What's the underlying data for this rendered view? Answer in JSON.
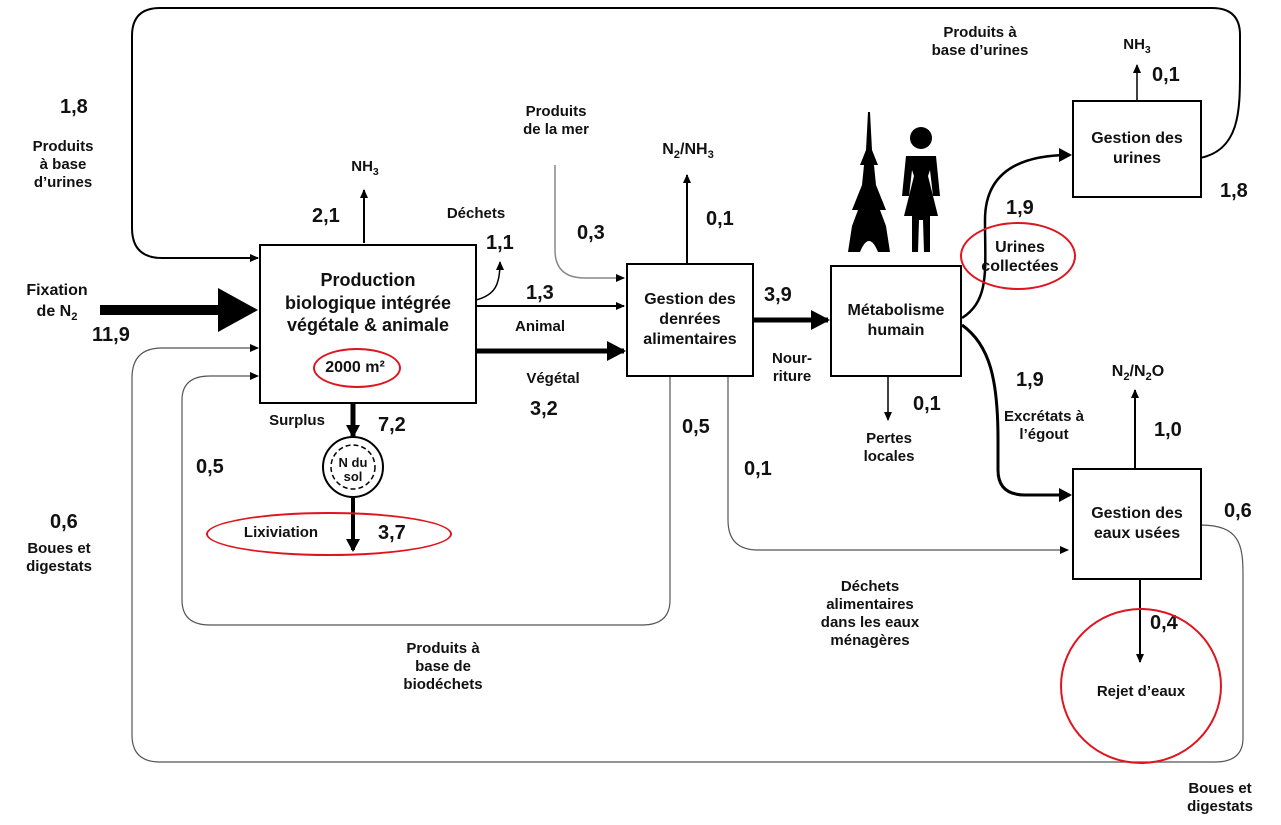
{
  "nodes": {
    "production": "Production\nbiologique intégrée\nvégétale & animale",
    "production_area": "2000 m²",
    "gestion_denrees": "Gestion des\ndenrées\nalimentaires",
    "metabolisme": "Métabolisme\nhumain",
    "gestion_urines": "Gestion des\nurines",
    "gestion_eaux": "Gestion des\neaux usées",
    "sol_label": "N du\nsol"
  },
  "labels": {
    "fixation": "Fixation\nde N",
    "fixation_sub": "2",
    "produits_urines_left": "Produits\nà base\nd’urines",
    "produits_urines_top": "Produits à\nbase d’urines",
    "nh3_prod": "NH",
    "nh3_prod_sub": "3",
    "dechets": "Déchets",
    "produits_mer": "Produits\nde la mer",
    "n2nh3": "N",
    "n2nh3_sub1": "2",
    "n2nh3_mid": "/NH",
    "n2nh3_sub2": "3",
    "nh3_urines": "NH",
    "nh3_urines_sub": "3",
    "animal": "Animal",
    "vegetal": "Végétal",
    "nourriture": "Nour-\nriture",
    "urines_collectees": "Urines\ncollectées",
    "surplus": "Surplus",
    "lixiviation": "Lixiviation",
    "pertes_locales": "Pertes\nlocales",
    "excretats": "Excrétats à\nl’égout",
    "n2n2o": "N",
    "n2n2o_sub1": "2",
    "n2n2o_mid": "/N",
    "n2n2o_sub2": "2",
    "n2n2o_end": "O",
    "boues_left": "Boues et\ndigestats",
    "boues_right": "Boues et\ndigestats",
    "produits_biodechets": "Produits à\nbase de\nbiodéchets",
    "dechets_alimentaires": "Déchets\nalimentaires\ndans les eaux\nménagères",
    "rejet": "Rejet d’eaux"
  },
  "values": {
    "urines_return_top": "1,8",
    "fixation": "11,9",
    "nh3_prod": "2,1",
    "dechets": "1,1",
    "produits_mer": "0,3",
    "n2nh3": "0,1",
    "animal": "1,3",
    "vegetal": "3,2",
    "nourriture": "3,9",
    "urines_collectees": "1,9",
    "nh3_urines": "0,1",
    "urines_out": "1,8",
    "surplus": "7,2",
    "lixiviation": "3,7",
    "biodechets_loop": "0,5",
    "biodechets_out": "0,5",
    "pertes_locales": "0,1",
    "dechets_alimentaires": "0,1",
    "excretats": "1,9",
    "n2n2o": "1,0",
    "boues_left": "0,6",
    "boues_right": "0,6",
    "rejet": "0,4"
  },
  "colors": {
    "highlight": "#e0141e",
    "line": "#000000"
  },
  "icons": [
    "eiffel-tower-icon",
    "person-icon"
  ]
}
